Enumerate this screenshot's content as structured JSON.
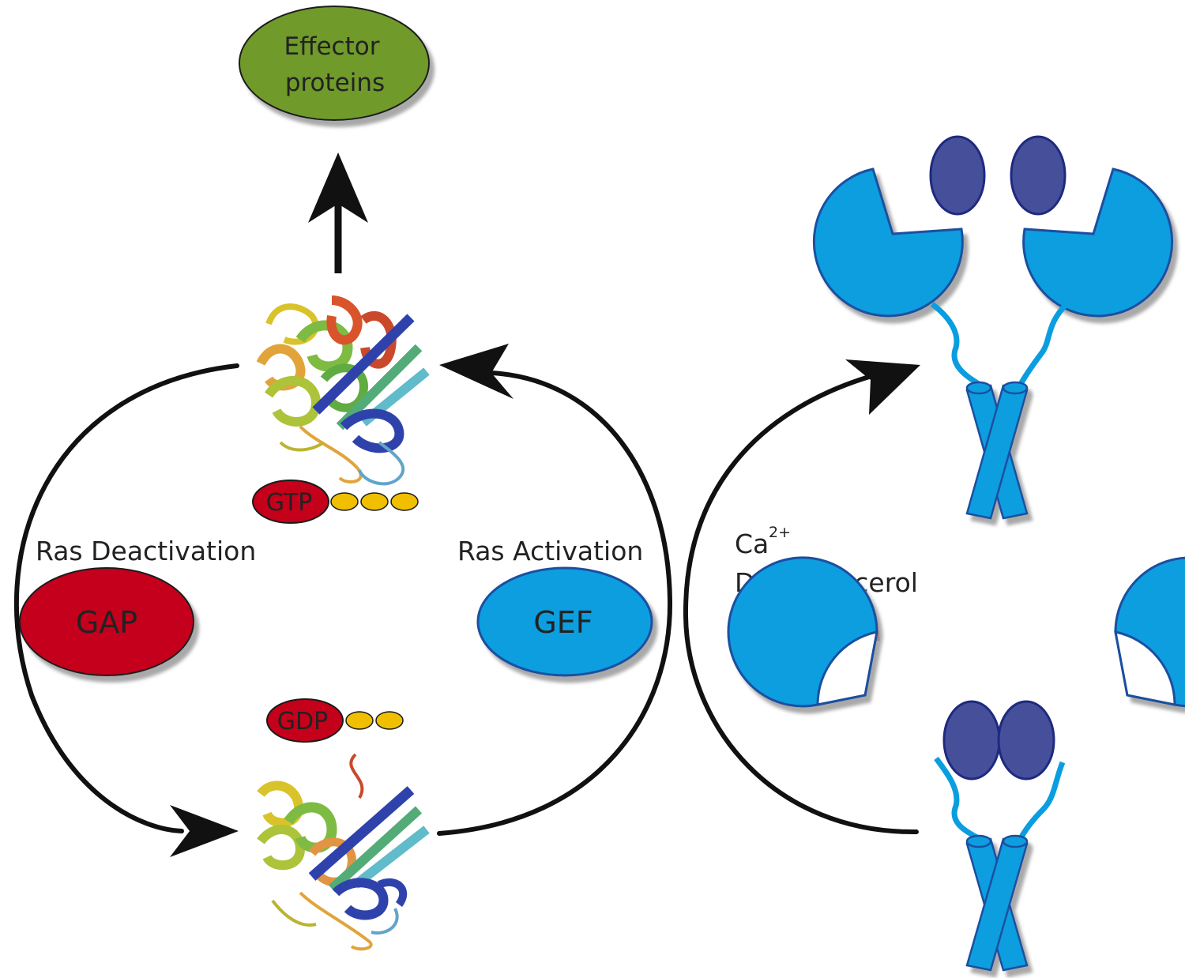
{
  "nodes": {
    "effector": {
      "line1": "Effector",
      "line2": "proteins",
      "color": "#6f9a2c"
    },
    "gap": {
      "label": "GAP",
      "color": "#c4001a"
    },
    "gef": {
      "label": "GEF",
      "color": "#0a9ee0"
    },
    "gtp": {
      "label": "GTP",
      "color": "#c4001a",
      "phosphate_count": 3,
      "phosphate_color": "#f0c000"
    },
    "gdp": {
      "label": "GDP",
      "color": "#c4001a",
      "phosphate_count": 2,
      "phosphate_color": "#f0c000"
    }
  },
  "labels": {
    "deactivation": "Ras Deactivation",
    "activation": "Ras Activation",
    "ca": "Ca",
    "ca_charge": "2+",
    "dag": "Diacylglycerol"
  },
  "colors": {
    "domain_blue": "#0a9ee0",
    "domain_outline": "#1a4fa0",
    "lobe": "#46509a",
    "lobe_outline": "#1e2a80",
    "dark_red": "#a0121e",
    "arrow": "#111111"
  },
  "icons": {
    "ras_active": "ras-protein-structure-icon",
    "ras_inactive": "ras-protein-structure-icon",
    "rasgrp_inactive": "rasgrp-dimer-icon",
    "rasgrp_active": "rasgrp-dimer-icon"
  }
}
